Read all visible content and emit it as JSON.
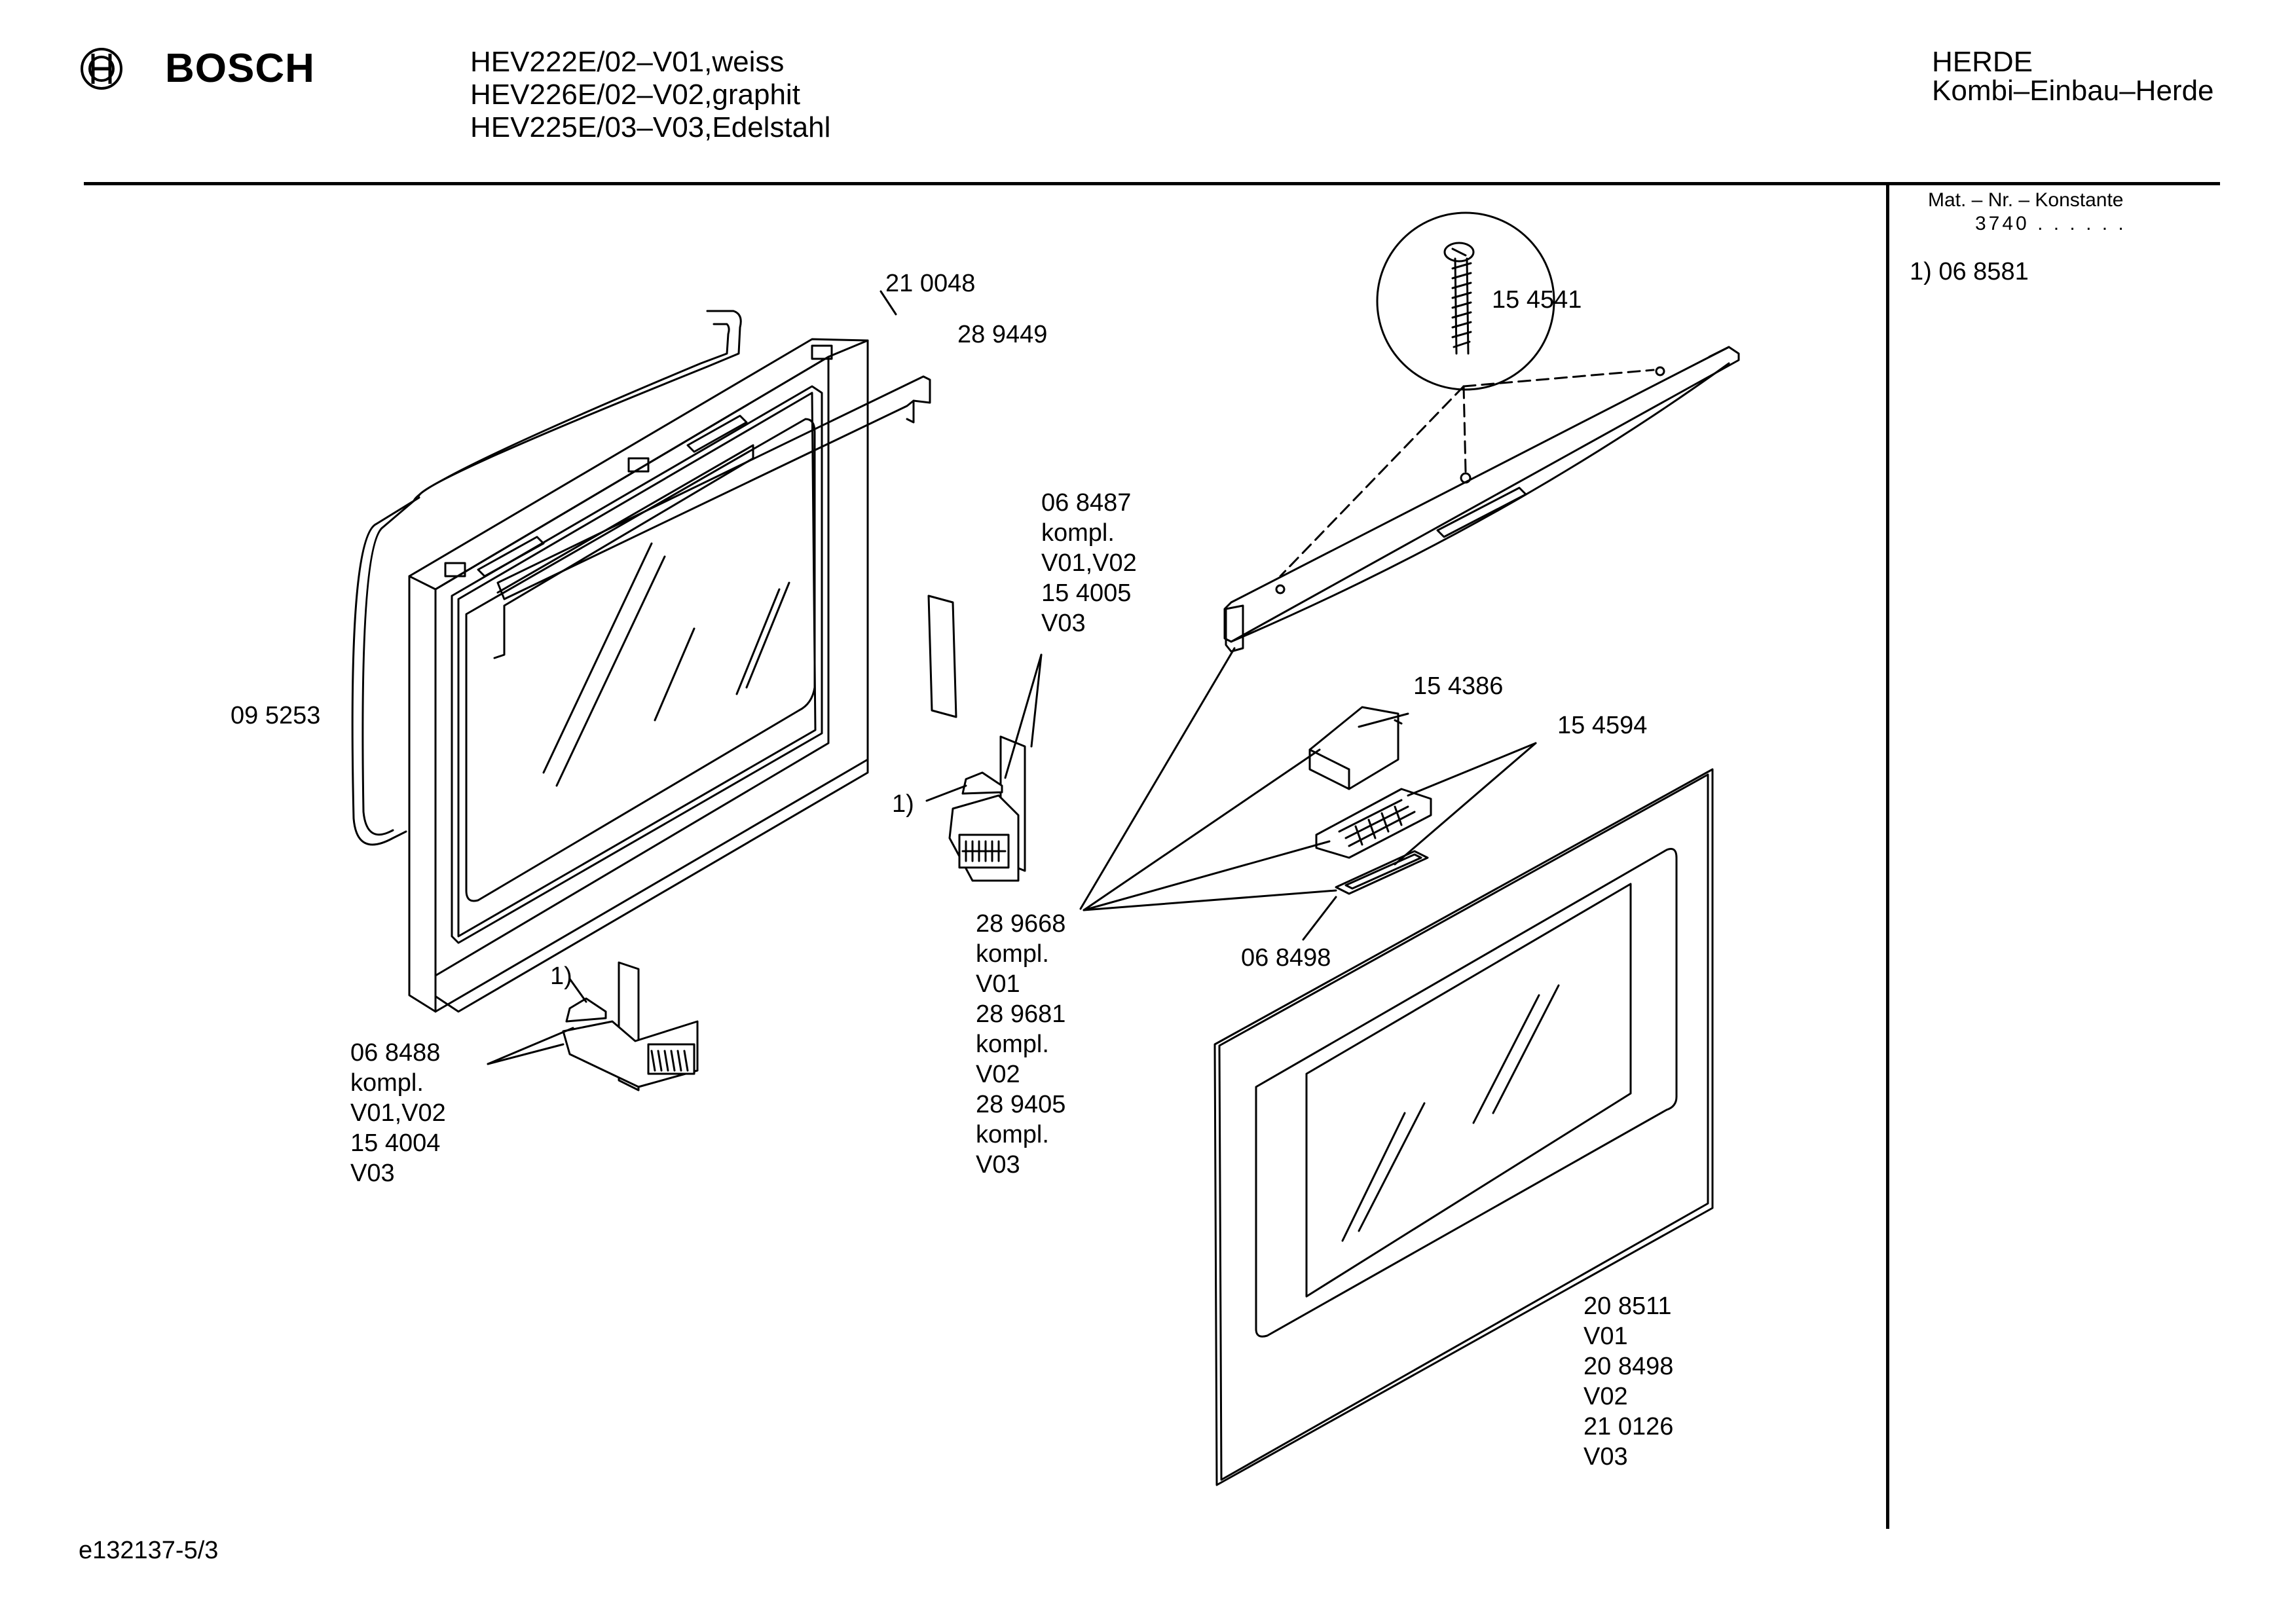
{
  "brand": {
    "name": "BOSCH"
  },
  "header": {
    "models": [
      "HEV222E/02–V01,weiss",
      "HEV226E/02–V02,graphit",
      "HEV225E/03–V03,Edelstahl"
    ],
    "category": "HERDE",
    "subcategory": "Kombi–Einbau–Herde"
  },
  "side_panel": {
    "title": "Mat. – Nr. – Konstante",
    "constant": "3740 . . . . . .",
    "note": "1)  06 8581"
  },
  "parts": {
    "seal": "09 5253",
    "inner_frame": "21 0048",
    "glass_bracket": "28 9449",
    "screw": "15 4541",
    "handle_cap": "15 4386",
    "grille": "15 4594",
    "grille_insert": "06 8498",
    "hinge_right": [
      "06 8487",
      "kompl.",
      "V01,V02",
      "15 4005",
      "V03"
    ],
    "hinge_left": [
      "06 8488",
      "kompl.",
      "V01,V02",
      "15 4004",
      "V03"
    ],
    "handle": [
      "28 9668",
      "kompl.",
      "V01",
      "28 9681",
      "kompl.",
      "V02",
      "28 9405",
      "kompl.",
      "V03"
    ],
    "outer_glass": [
      "20 8511",
      "V01",
      "20 8498",
      "V02",
      "21 0126",
      "V03"
    ],
    "ref_mark_1": "1)",
    "ref_mark_2": "1)"
  },
  "footer": {
    "doc_id": "e132137-5/3"
  }
}
